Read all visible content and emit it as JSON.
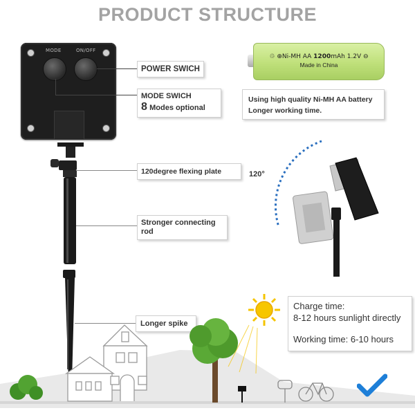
{
  "title": "PRODUCT STRUCTURE",
  "panel": {
    "mode_label": "MODE",
    "onoff_label": "ON/OFF"
  },
  "callouts": {
    "power": "POWER SWICH",
    "mode_title": "MODE SWICH",
    "mode_count": "8",
    "mode_suffix": "Modes optional",
    "flex": "120degree flexing plate",
    "rod_line1": "Stronger connecting",
    "rod_line2": "rod",
    "spike": "Longer spike"
  },
  "battery": {
    "spec_prefix": "♲ ⊕Ni-MH AA ",
    "spec_cap": "1200",
    "spec_suffix": "mAh 1.2V ⊖",
    "origin": "Made in China",
    "desc_line1": "Using high quality Ni-MH AA battery",
    "desc_line2": "Longer working time."
  },
  "angle_label": "120°",
  "charge": {
    "line1": "Charge time:",
    "line2": "8-12 hours sunlight directly",
    "line3": "Working time: 6-10 hours"
  },
  "colors": {
    "title": "#a3a3a3",
    "check": "#1e7fd8",
    "sun": "#f5c400",
    "tree": "#4fa12e",
    "arc": "#2a6fbf"
  }
}
